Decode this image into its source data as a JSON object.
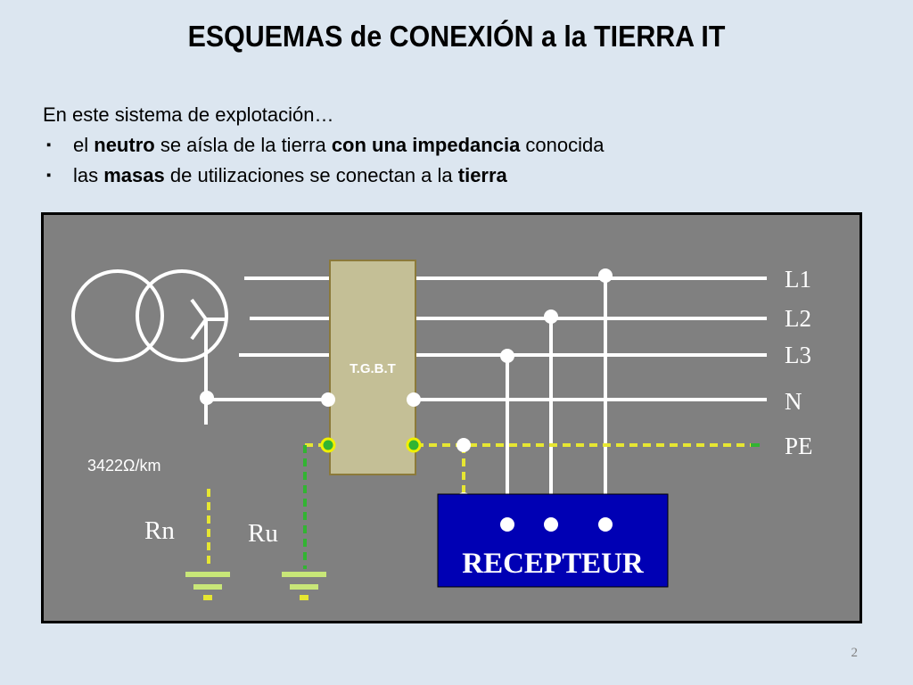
{
  "slide": {
    "title": "ESQUEMAS de CONEXIÓN a la TIERRA IT",
    "intro": "En este sistema de explotación…",
    "bullets": [
      {
        "pre": "el ",
        "b1": "neutro",
        "mid": " se aísla de la tierra ",
        "b2": "con una impedancia",
        "post": " conocida"
      },
      {
        "pre": "las ",
        "b1": "masas",
        "mid": " de utilizaciones se conectan a la ",
        "b2": "tierra",
        "post": ""
      }
    ],
    "bullet_marker": "▪",
    "page_number": "2"
  },
  "diagram": {
    "panel_label": "T.G.B.T",
    "lines": [
      "L1",
      "L2",
      "L3",
      "N",
      "PE"
    ],
    "impedance": "3422Ω/km",
    "earth_neutral": "Rn",
    "earth_masses": "Ru",
    "receiver": "RECEPTEUR",
    "colors": {
      "background": "#808080",
      "panel": "#c4bf96",
      "receiver": "#0000b4",
      "pe_conductor": "#e6e632",
      "earth_conductor": "#32b432",
      "earth_symbol": "#c8e678"
    }
  }
}
